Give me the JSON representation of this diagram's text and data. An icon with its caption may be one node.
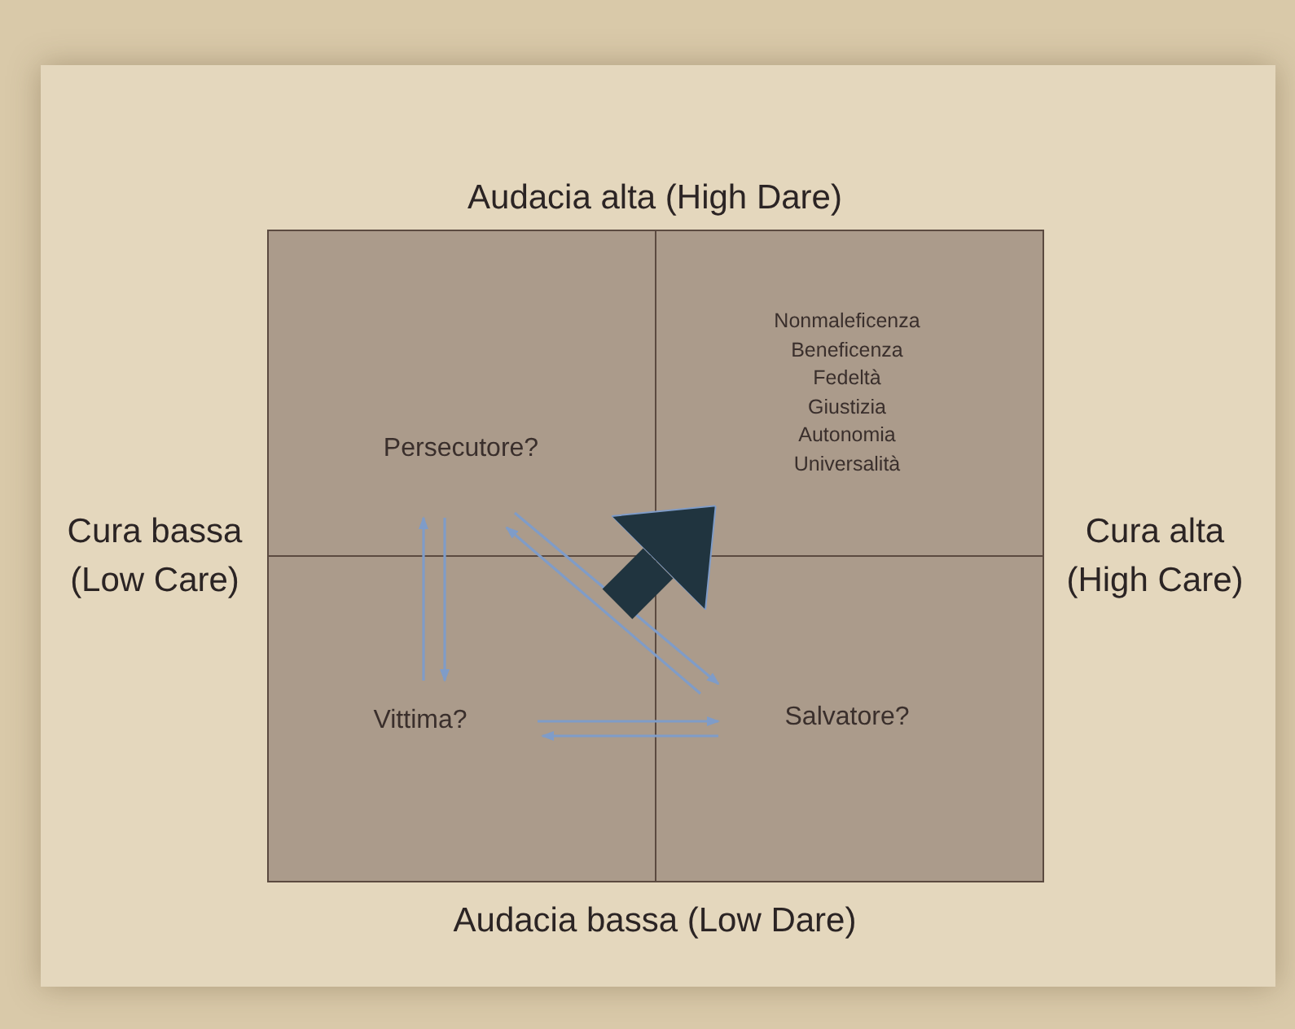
{
  "diagram": {
    "nodes": [
      {
        "text": [
          "Persecutore?"
        ]
      },
      {
        "text": [
          "Nonmaleficenza",
          "Beneficenza",
          "Fedeltà",
          "Giustizia",
          "Autonomia",
          "Universalità"
        ]
      },
      {
        "text": [
          "Vittima?"
        ]
      },
      {
        "text": [
          "Salvatore?"
        ]
      }
    ],
    "edges": [
      {
        "from": 2,
        "to": 0,
        "arrow": "to"
      },
      {
        "from": 0,
        "to": 2,
        "arrow": "to"
      },
      {
        "from": 0,
        "to": 3,
        "arrow": "to"
      },
      {
        "from": 3,
        "to": 0,
        "arrow": "to"
      },
      {
        "from": 2,
        "to": 3,
        "arrow": "to"
      },
      {
        "from": 3,
        "to": 2,
        "arrow": "to"
      },
      {
        "from": null,
        "to": 1,
        "arrow": "to",
        "style": "thick",
        "color": "#20343f"
      }
    ],
    "labels": [
      "Audacia alta (High Dare)",
      "Cura bassa (Low Care)",
      "Cura alta (High Care)",
      "Audacia bassa (Low Dare)"
    ]
  }
}
